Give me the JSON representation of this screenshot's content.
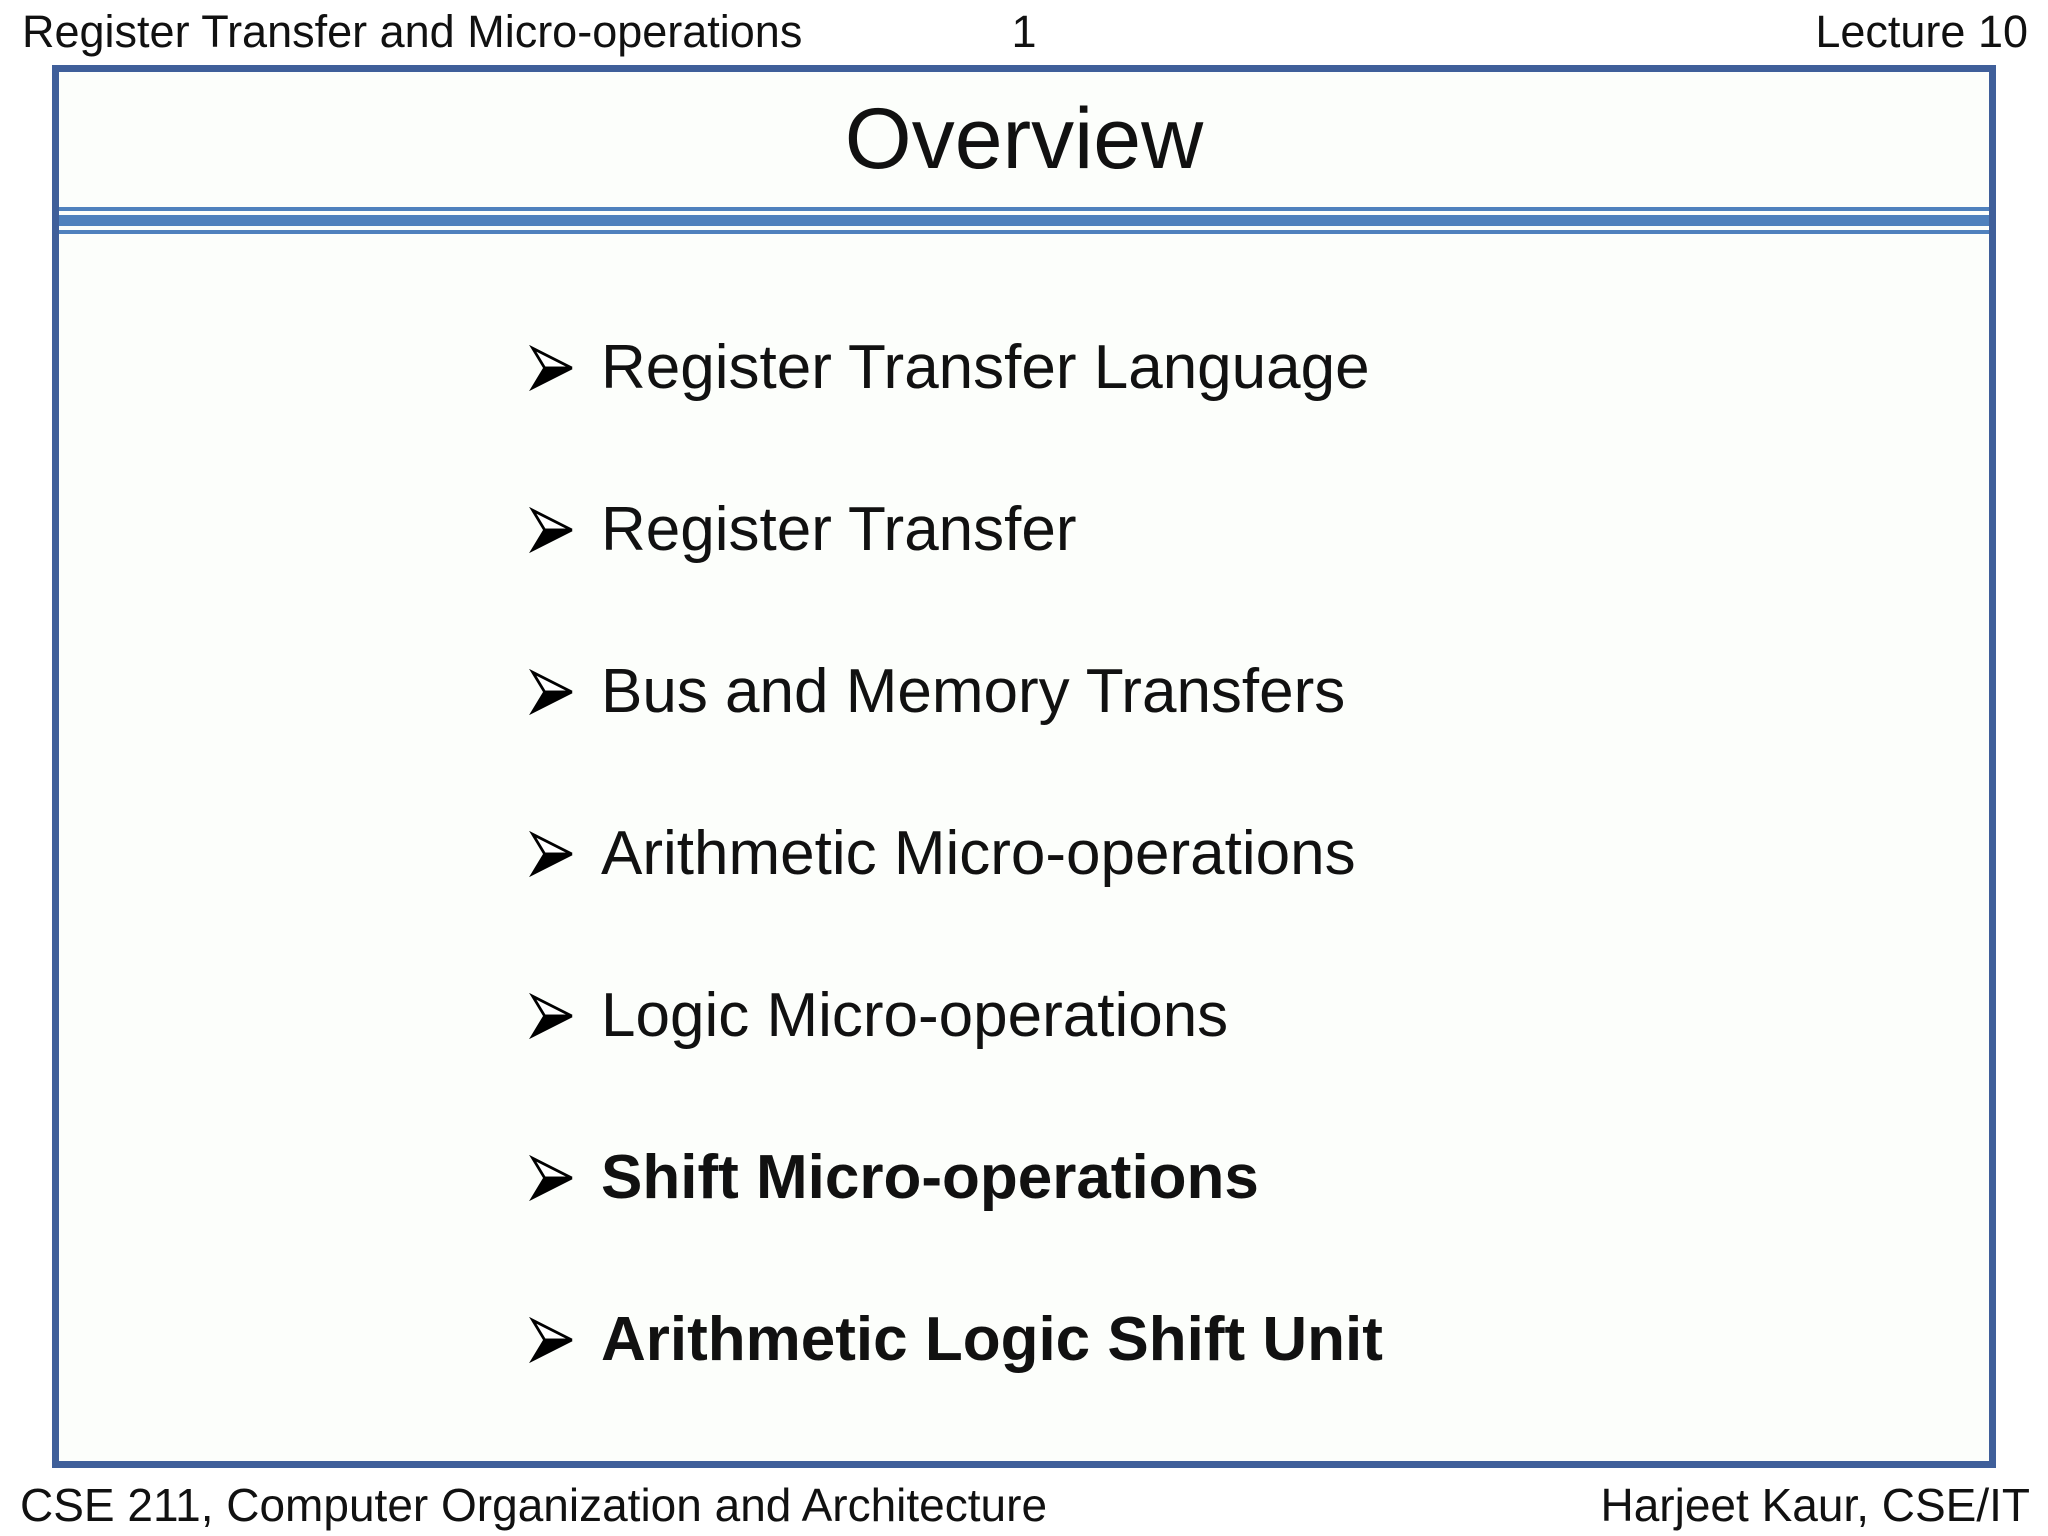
{
  "header": {
    "left": "Register Transfer and Micro-operations",
    "page_number": "1",
    "right": "Lecture 10"
  },
  "slide": {
    "title": "Overview",
    "bullets": [
      {
        "label": "Register Transfer Language",
        "bold": false
      },
      {
        "label": "Register Transfer",
        "bold": false
      },
      {
        "label": "Bus and Memory Transfers",
        "bold": false
      },
      {
        "label": "Arithmetic Micro-operations",
        "bold": false
      },
      {
        "label": "Logic Micro-operations",
        "bold": false
      },
      {
        "label": "Shift Micro-operations",
        "bold": true
      },
      {
        "label": "Arithmetic Logic Shift Unit",
        "bold": true
      }
    ]
  },
  "footer": {
    "left": "CSE 211, Computer Organization and Architecture",
    "right": "Harjeet Kaur, CSE/IT"
  },
  "colors": {
    "frame_border": "#3f5f9a",
    "separator_blue": "#4f81bd",
    "text": "#111111",
    "slide_bg": "#fcfefb"
  },
  "icons": {
    "bullet": "three-d-arrowhead-right"
  }
}
